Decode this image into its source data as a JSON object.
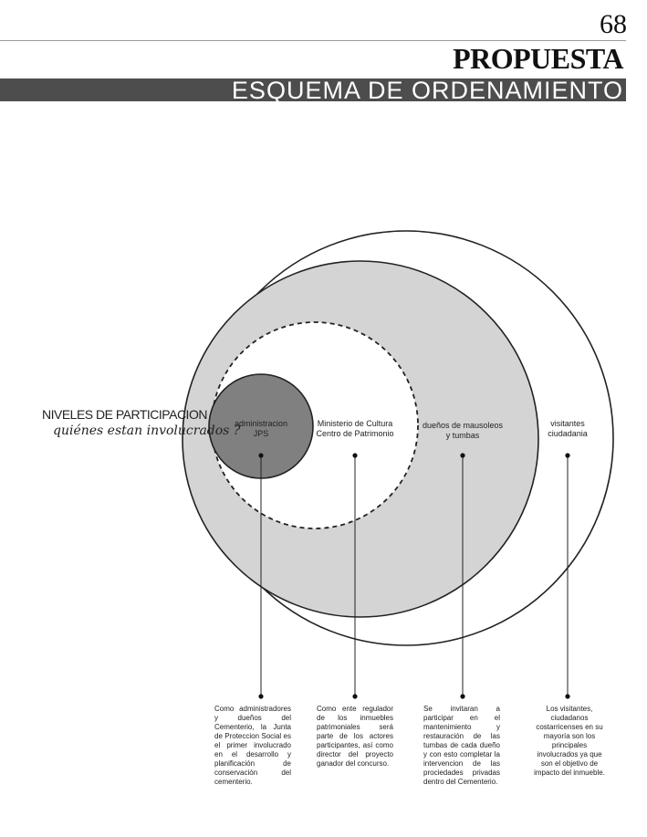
{
  "page_number": "68",
  "title": "PROPUESTA",
  "subtitle": "ESQUEMA DE ORDENAMIENTO",
  "heading": "NIVELES DE PARTICIPACION",
  "question": "quiénes estan involucrados ?",
  "levels": [
    {
      "label_line1": "administracion",
      "label_line2": "JPS",
      "description": "Como administradores y dueños del Cementerio, la Junta de Proteccion Social es el primer involucrado en el desarrollo y planificación de conservación del cementerio."
    },
    {
      "label_line1": "Ministerio de Cultura",
      "label_line2": "Centro de Patrimonio",
      "description": "Como ente regulador de los inmuebles patrimoniales será parte de los actores participantes, así como director del proyecto ganador del concurso."
    },
    {
      "label_line1": "dueños de mausoleos",
      "label_line2": "y tumbas",
      "description": "Se invitaran a participar en el mantenimiento y restauración de las tumbas de cada dueño y con esto completar la intervencion de las prociedades privadas dentro del Cementerio."
    },
    {
      "label_line1": "visitantes",
      "label_line2": "ciudadania",
      "description": "Los visitantes, ciudadanos costarricenses en su mayoría son los principales involucrados ya que son el objetivo de impacto del inmueble."
    }
  ],
  "colors": {
    "inner_circle": "#808080",
    "mid_circle": "#d4d4d4",
    "band": "#4d4d4d"
  }
}
